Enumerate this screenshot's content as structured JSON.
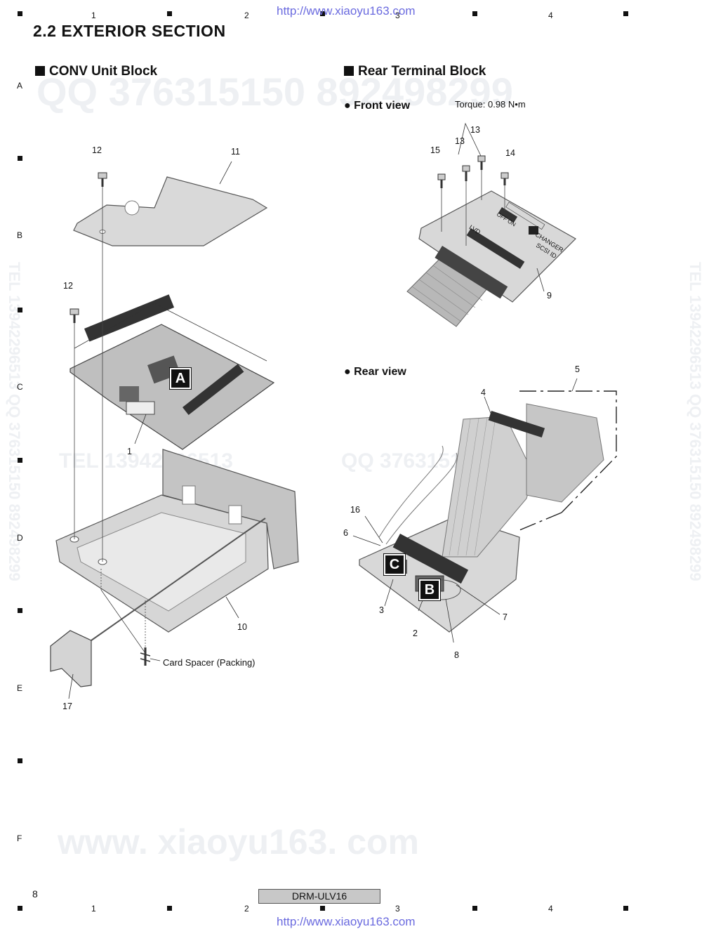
{
  "header": {
    "url": "http://www.xiaoyu163.com",
    "col_numbers": [
      "1",
      "2",
      "3",
      "4"
    ],
    "section_title": "2.2  EXTERIOR  SECTION"
  },
  "row_letters": [
    "A",
    "B",
    "C",
    "D",
    "E",
    "F"
  ],
  "watermarks": {
    "qq_line": "QQ 376315150   892498299",
    "tel_line": "TEL  13942296513",
    "qq_line2": "QQ  376315150   892498299",
    "www_line": "www. xiaoyu163. com",
    "side_left": "TEL  13942296513  QQ  376315150  892498299",
    "side_right": "TEL  13942296513  QQ  376315150  892498299"
  },
  "conv_block": {
    "heading": "CONV Unit Block",
    "marker": "A",
    "labels": {
      "n12a": "12",
      "n11": "11",
      "n12b": "12",
      "n1": "1",
      "n10": "10",
      "n17": "17",
      "card_spacer": "Card Spacer (Packing)"
    }
  },
  "rear_block": {
    "heading": "Rear Terminal Block",
    "front_view": "Front view",
    "rear_view": "Rear view",
    "torque": "Torque: 0.98 N•m",
    "pcb_text": {
      "lvd": "LVD",
      "changer": "CHANGER",
      "scsi_id": "SCSI ID",
      "off_on": "OFF  ON"
    },
    "front_labels": {
      "n13a": "13",
      "n13b": "13",
      "n15": "15",
      "n14": "14",
      "n9": "9"
    },
    "rear_labels": {
      "n5": "5",
      "n4": "4",
      "n16": "16",
      "n6": "6",
      "n3": "3",
      "n2": "2",
      "n7": "7",
      "n8": "8"
    },
    "markers": {
      "c": "C",
      "b": "B"
    }
  },
  "footer": {
    "page_number": "8",
    "model": "DRM-ULV16",
    "url": "http://www.xiaoyu163.com"
  },
  "colors": {
    "link": "#6a6adf",
    "metal": "#d9d9d9",
    "metal_dark": "#a7a7a7",
    "pcb": "#bfbfbf"
  }
}
